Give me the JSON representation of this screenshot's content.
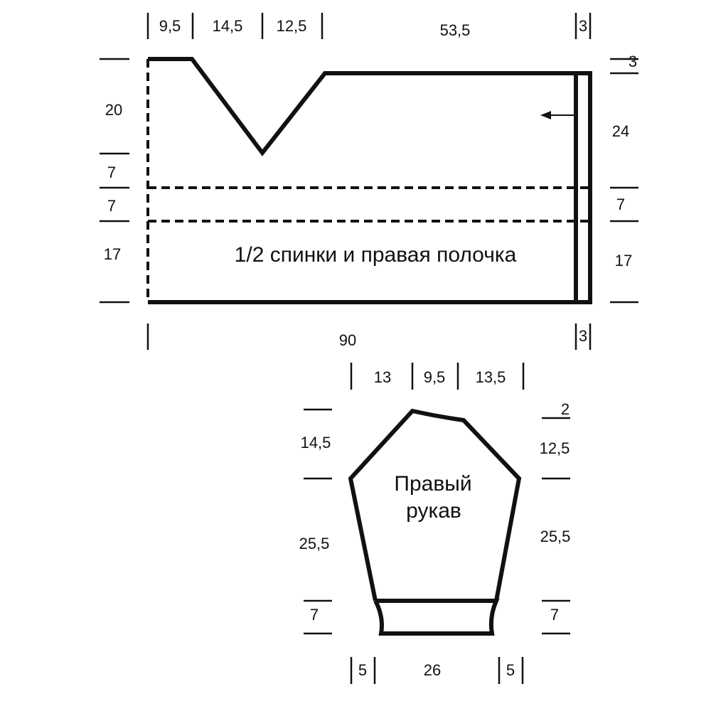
{
  "back_panel": {
    "title": "1/2 спинки и правая полочка",
    "top_widths": [
      "9,5",
      "14,5",
      "12,5",
      "53,5",
      "3"
    ],
    "left_heights": [
      "20",
      "7",
      "7",
      "17"
    ],
    "right_heights": [
      "3",
      "24",
      "7",
      "17"
    ],
    "bottom_width": "90",
    "bottom_band": "3"
  },
  "sleeve": {
    "title_line1": "Правый",
    "title_line2": "рукав",
    "top_widths": [
      "13",
      "9,5",
      "13,5"
    ],
    "left_heights": [
      "14,5",
      "25,5",
      "7"
    ],
    "right_heights": [
      "2",
      "12,5",
      "25,5",
      "7"
    ],
    "bottom_widths": [
      "5",
      "26",
      "5"
    ]
  }
}
